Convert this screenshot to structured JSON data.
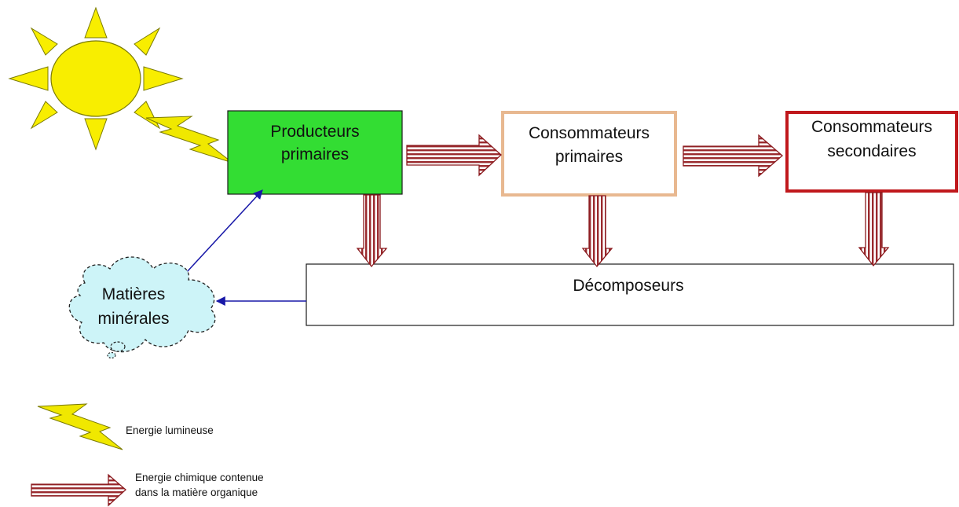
{
  "nodes": {
    "producteurs": {
      "line1": "Producteurs",
      "line2": "primaires"
    },
    "consommateurs_primaires": {
      "line1": "Consommateurs",
      "line2": "primaires"
    },
    "consommateurs_secondaires": {
      "line1": "Consommateurs",
      "line2": "secondaires"
    },
    "decomposeurs": {
      "label": "Décomposeurs"
    },
    "matieres": {
      "line1": "Matières",
      "line2": "minérales"
    }
  },
  "legend": {
    "lumineuse": "Energie lumineuse",
    "chimique_line1": "Energie chimique contenue",
    "chimique_line2": "dans la matière organique"
  },
  "colors": {
    "producteurs_fill": "#33dd33",
    "consommateurs_primaires_border": "#e8b890",
    "consommateurs_secondaires_border": "#c0181c",
    "matieres_fill": "#cdf4f8",
    "sun_fill": "#f8ee00",
    "bolt_fill": "#f0e800",
    "arrow_stroke": "#8a1a1e",
    "arrow_stripe": "#e8b0b4",
    "link_color": "#1818a8"
  }
}
